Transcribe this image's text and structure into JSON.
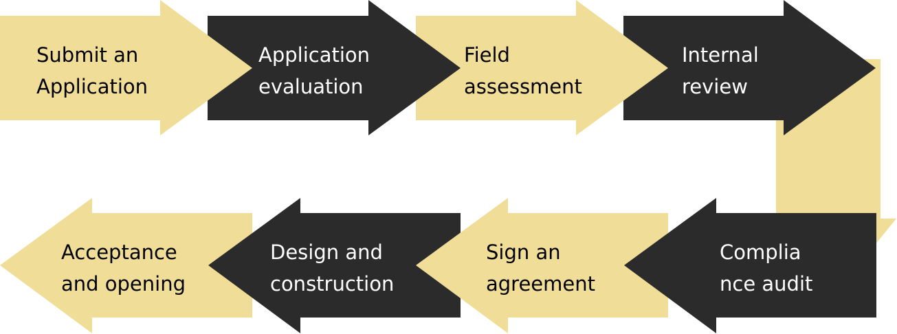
{
  "colors": {
    "light": "#f0dd97",
    "dark": "#2b2b2b",
    "light_text": "#000000",
    "dark_text": "#ffffff"
  },
  "steps": [
    {
      "line1": "Submit an",
      "line2": "Application",
      "direction": "right",
      "tone": "light"
    },
    {
      "line1": "Application",
      "line2": "evaluation",
      "direction": "right",
      "tone": "dark"
    },
    {
      "line1": "Field",
      "line2": "assessment",
      "direction": "right",
      "tone": "light"
    },
    {
      "line1": "Internal",
      "line2": "review",
      "direction": "right",
      "tone": "dark"
    },
    {
      "line1": "Complia",
      "line2": "nce audit",
      "direction": "left",
      "tone": "dark"
    },
    {
      "line1": "Sign an",
      "line2": "agreement",
      "direction": "left",
      "tone": "light"
    },
    {
      "line1": "Design and",
      "line2": "construction",
      "direction": "left",
      "tone": "dark"
    },
    {
      "line1": "Acceptance",
      "line2": "and opening",
      "direction": "left",
      "tone": "light"
    }
  ],
  "connector": {
    "direction": "down",
    "tone": "light"
  }
}
